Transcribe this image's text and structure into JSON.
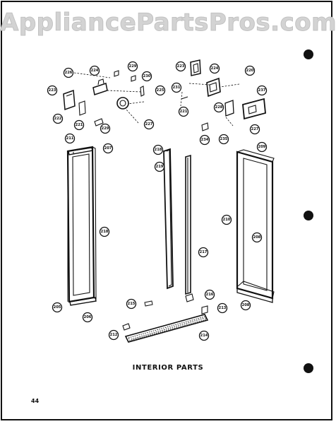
{
  "watermark": "AppliancePartsPros.com",
  "caption": "INTERIOR PARTS",
  "page_number": "44",
  "callouts": [
    "226",
    "224",
    "229",
    "230",
    "223",
    "225",
    "220",
    "222",
    "221",
    "229",
    "227",
    "223",
    "224",
    "231",
    "221",
    "228",
    "237",
    "227",
    "234",
    "235",
    "211",
    "207",
    "218",
    "209",
    "219",
    "218",
    "210",
    "208",
    "205",
    "206",
    "217",
    "215",
    "216",
    "213",
    "208",
    "212",
    "214"
  ]
}
